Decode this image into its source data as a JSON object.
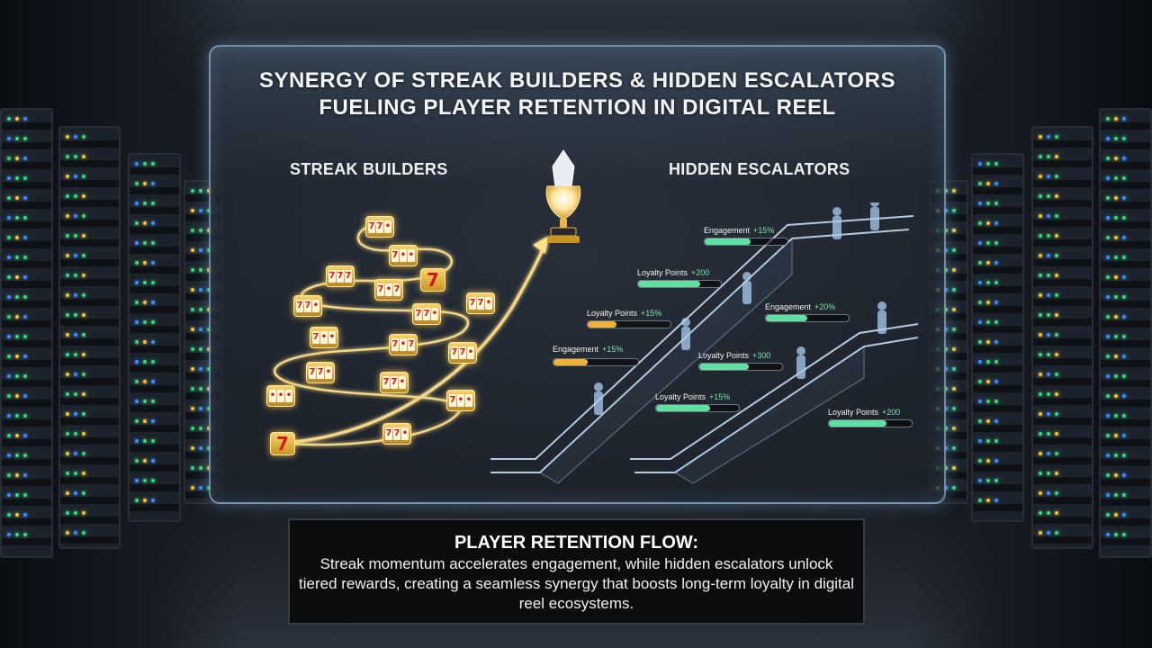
{
  "title": {
    "line1": "SYNERGY OF STREAK BUILDERS & HIDDEN ESCALATORS",
    "line2": "FUELING PLAYER RETENTION IN DIGITAL REEL"
  },
  "streak_builders": {
    "label": "STREAK BUILDERS",
    "icon": "slot-reel-icon"
  },
  "hidden_escalators": {
    "label": "HIDDEN ESCALATORS",
    "stats": [
      {
        "label": "Engagement",
        "value": "+15%",
        "fill": 0.55,
        "color": "#5fe0a0"
      },
      {
        "label": "Loyalty Points",
        "value": "+200",
        "fill": 0.75,
        "color": "#5fe0a0"
      },
      {
        "label": "Loyalty Points",
        "value": "+15%",
        "fill": 0.35,
        "color": "#f2b23a"
      },
      {
        "label": "Engagement",
        "value": "+20%",
        "fill": 0.5,
        "color": "#5fe0a0"
      },
      {
        "label": "Engagement",
        "value": "+15%",
        "fill": 0.4,
        "color": "#f2b23a"
      },
      {
        "label": "Loyalty Points",
        "value": "+300",
        "fill": 0.6,
        "color": "#5fe0a0"
      },
      {
        "label": "Loyalty Points",
        "value": "+15%",
        "fill": 0.65,
        "color": "#5fe0a0"
      },
      {
        "label": "Loyalty Points",
        "value": "+200",
        "fill": 0.7,
        "color": "#5fe0a0"
      }
    ]
  },
  "trophy_icon": "trophy-icon",
  "info_box": {
    "heading": "PLAYER RETENTION FLOW:",
    "body": "Streak momentum accelerates engagement, while hidden escalators unlock tiered rewards, creating a seamless synergy that boosts long-term loyalty in digital reel ecosystems."
  },
  "colors": {
    "panel_border": "#b4dcff",
    "gold_glow": "#ffd86b",
    "bar_green": "#5fe0a0",
    "bar_orange": "#f2b23a"
  }
}
